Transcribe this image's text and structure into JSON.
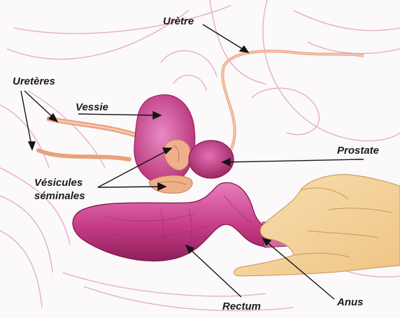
{
  "labels": {
    "uretre": "Urètre",
    "ureteres": "Uretères",
    "vessie": "Vessie",
    "prostate": "Prostate",
    "vesicules_line1": "Vésicules",
    "vesicules_line2": "séminales",
    "rectum": "Rectum",
    "anus": "Anus"
  },
  "colors": {
    "organ_magenta": "#c63d86",
    "organ_pink": "#e67bb6",
    "vesicle_orange": "#e9a27c",
    "hand_skin": "#f3cf93",
    "outline_pink": "#e7a8c6",
    "label_text": "#1c1c1c"
  }
}
